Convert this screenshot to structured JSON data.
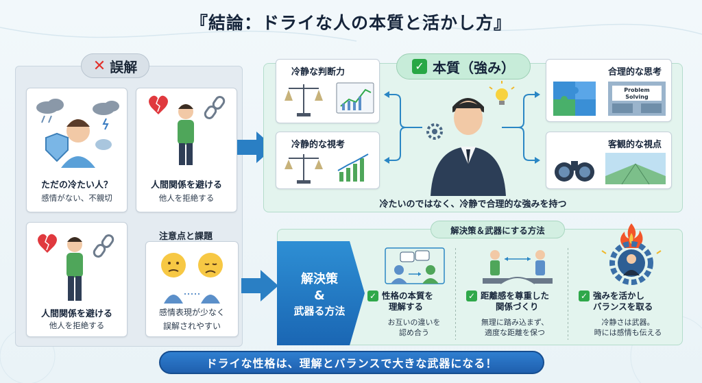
{
  "title": "『結論：ドライな人の本質と活かし方』",
  "misconception": {
    "badge": "誤解",
    "cards": [
      {
        "title": "ただの冷たい人？",
        "sub": "感情がない、不親切"
      },
      {
        "title": "人間関係を避ける",
        "sub": "他人を拒絶する"
      },
      {
        "title": "人間関係を避ける",
        "sub": "他人を拒絶する"
      }
    ],
    "cautions_label": "注意点と課題",
    "caution_card": {
      "title": "感情表現が少なく",
      "sub": "誤解されやすい"
    }
  },
  "essence": {
    "badge": "本質（強み）",
    "cards": [
      {
        "title": "冷静な判断力"
      },
      {
        "title": "冷静的な視考"
      },
      {
        "title": "合理的な思考",
        "puzzle_text": "Problem Solving"
      },
      {
        "title": "客観的な視点"
      }
    ],
    "caption": "冷たいのではなく、冷静で合理的な強みを持つ"
  },
  "solution": {
    "badge": "解決策＆武器にする方法",
    "main_line1": "解決策",
    "main_line2": "&",
    "main_line3": "武器る方法",
    "steps": [
      {
        "title_line1": "性格の本質を",
        "title_line2": "理解する",
        "sub_line1": "お互いの違いを",
        "sub_line2": "認め合う"
      },
      {
        "title_line1": "距離感を尊重した",
        "title_line2": "関係づくり",
        "sub_line1": "無理に踏み込まず、",
        "sub_line2": "適度な距離を保つ"
      },
      {
        "title_line1": "強みを活かし",
        "title_line2": "バランスを取る",
        "sub_line1": "冷静さは武器。",
        "sub_line2": "時には感情も伝える"
      }
    ]
  },
  "banner": "ドライな性格は、理解とバランスで大きな武器になる！",
  "colors": {
    "accent_blue": "#1f5fae",
    "accent_green": "#28a745",
    "misc_red": "#e2302a",
    "panel_green": "#e3f4ee"
  }
}
